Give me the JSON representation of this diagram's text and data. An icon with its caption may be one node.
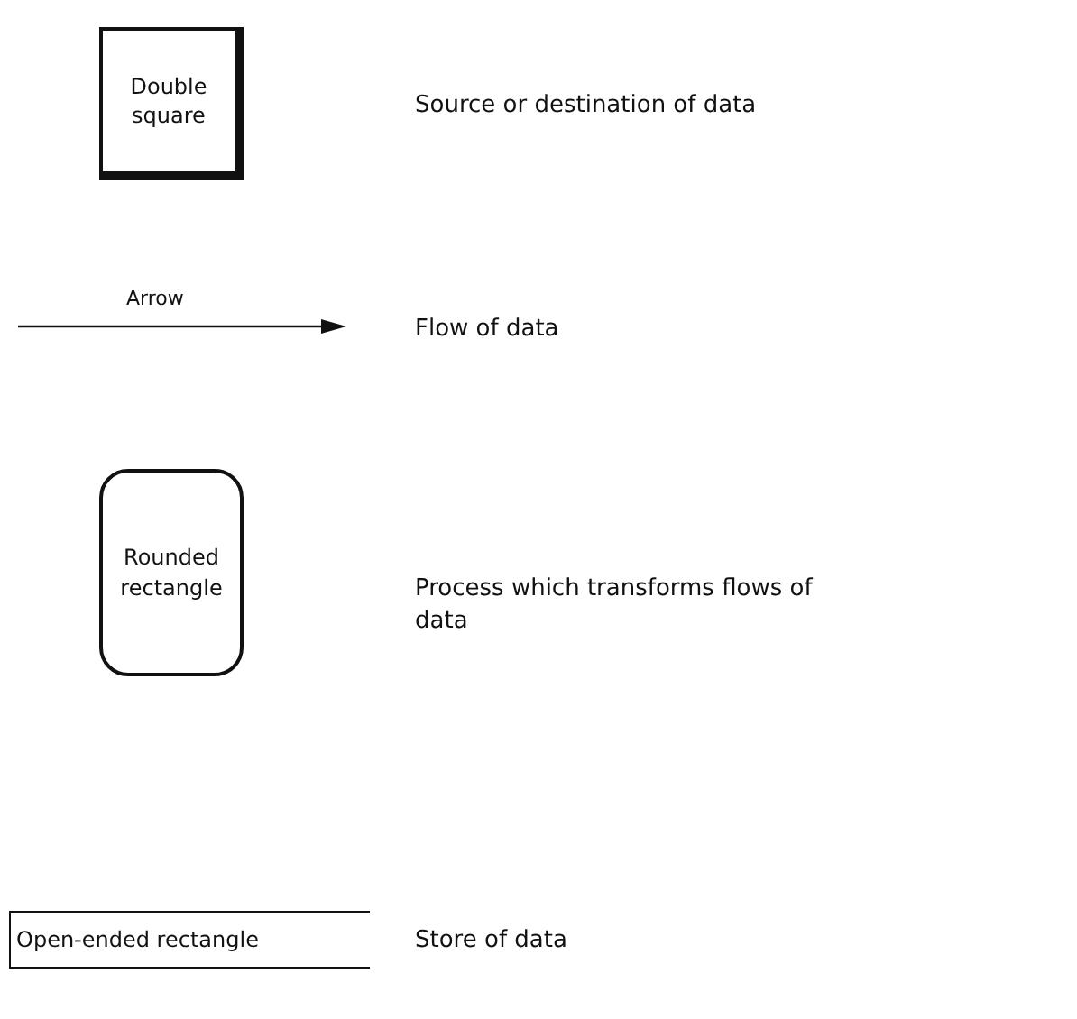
{
  "diagram": {
    "nodes": [
      {
        "text": [
          "Double square"
        ]
      },
      {
        "text": [
          "Rounded rectangle"
        ]
      },
      {
        "text": [
          "Open-ended rectangle"
        ]
      }
    ],
    "labels": [
      "Source or destination of data",
      "Arrow",
      "Flow of data",
      "Process which transforms flows of data",
      "Store of data"
    ]
  }
}
